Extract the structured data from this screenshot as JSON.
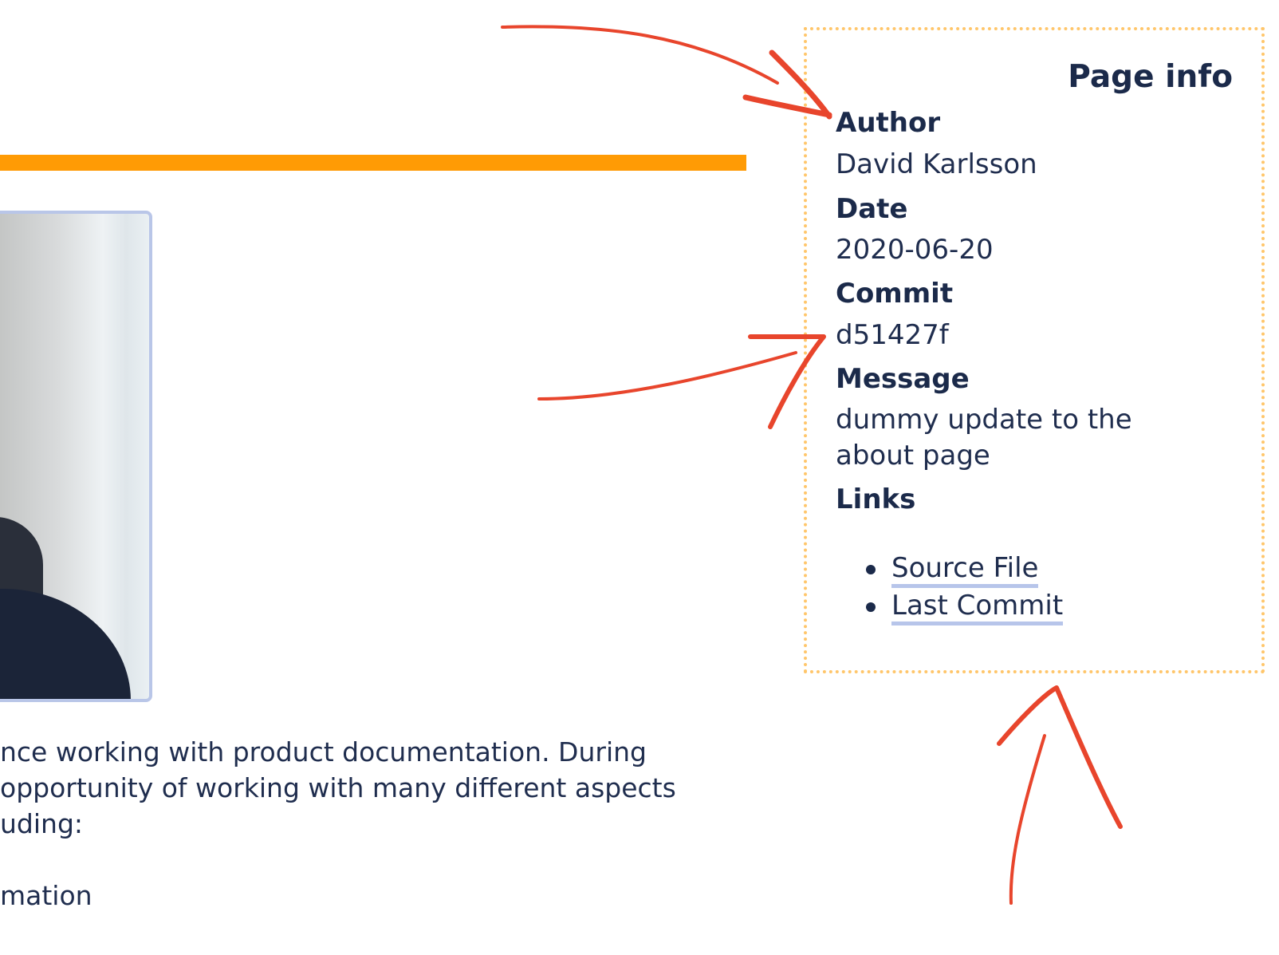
{
  "page_info": {
    "title": "Page info",
    "author_label": "Author",
    "author_value": "David Karlsson",
    "date_label": "Date",
    "date_value": "2020-06-20",
    "commit_label": "Commit",
    "commit_value": "d51427f",
    "message_label": "Message",
    "message_value": "dummy update to the about page",
    "links_label": "Links",
    "links": [
      {
        "label": "Source File"
      },
      {
        "label": "Last Commit"
      }
    ]
  },
  "main": {
    "body_lines": [
      "nce working with product documentation. During",
      "opportunity of working with many different aspects",
      "uding:",
      "",
      "mation"
    ]
  },
  "colors": {
    "accent_rule": "#ff9b05",
    "panel_border": "#ffc66b",
    "annotation": "#e8452c",
    "link_underline": "#b7c5ea"
  }
}
